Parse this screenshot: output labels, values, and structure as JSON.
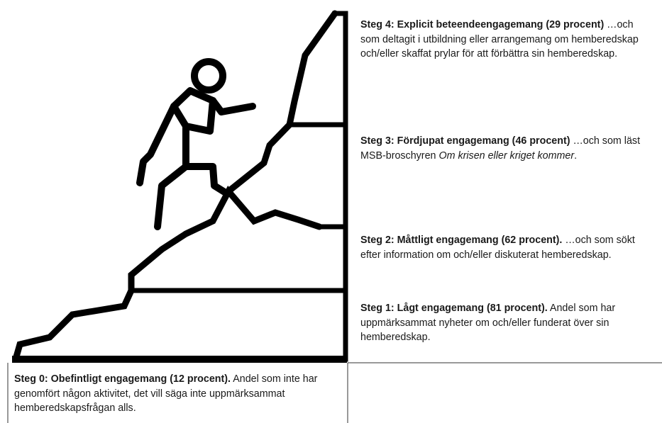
{
  "steps": [
    {
      "title": "Steg 0: Obefintligt engagemang (12 procent).",
      "text": " Andel som inte har genomfört någon aktivitet, det vill säga inte uppmärksammat hemberedskapsfrågan alls."
    },
    {
      "title": "Steg 1: Lågt engagemang (81 procent).",
      "text": " Andel som har uppmärksammat nyheter om och/eller funderat över sin hemberedskap."
    },
    {
      "title": "Steg 2: Måttligt engagemang (62 procent).",
      "text": " …och som sökt efter information om och/eller diskuterat hemberedskap."
    },
    {
      "title": "Steg 3: Fördjupat engagemang (46 procent)",
      "text": " …och som läst MSB-broschyren ",
      "emphasis": "Om krisen eller kriget kommer",
      "text_end": "."
    },
    {
      "title": "Steg 4: Explicit beteendeengagemang (29 procent)",
      "text": " …och som deltagit i utbildning eller arrangemang om hemberedskap och/eller skaffat prylar för att förbättra sin hemberedskap."
    }
  ],
  "icons": [
    "climber-icon",
    "mountain-steps-icon"
  ],
  "colors": {
    "ink": "#1a1a1a",
    "line": "#000000",
    "background": "#ffffff"
  }
}
